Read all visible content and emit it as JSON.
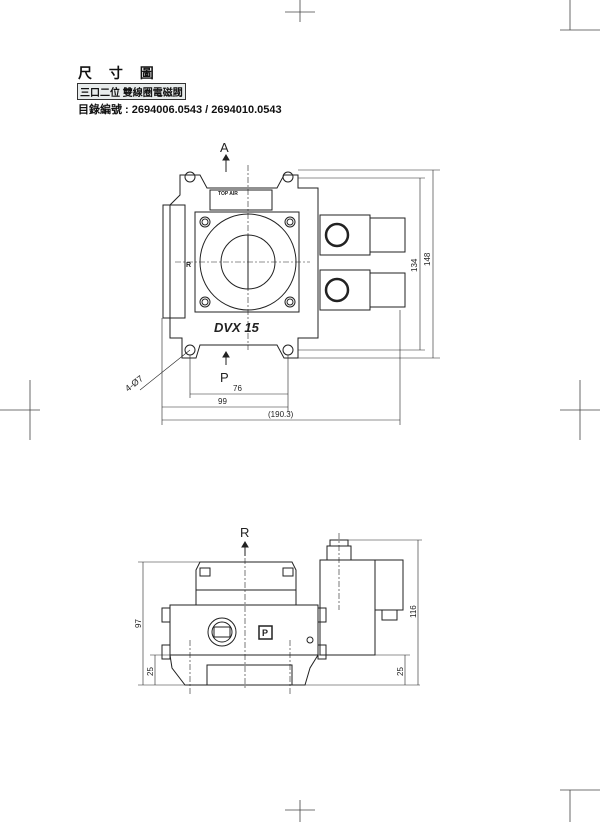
{
  "header": {
    "title": "尺 寸 圖",
    "subtitle": "三口二位 雙線圈電磁閥",
    "catalog_numbers": "目錄編號 : 2694006.0543 / 2694010.0543"
  },
  "top_view": {
    "port_a": "A",
    "port_p": "P",
    "model_label": "DVX 15",
    "nameplate_brand": "TOP AIR",
    "side_mark": "R",
    "hole_callout": "4-Ø7",
    "dimensions": {
      "width_holes": "76",
      "width_body": "99",
      "width_overall": "(190.3)",
      "height_holes": "134",
      "height_overall": "148"
    }
  },
  "side_view": {
    "port_r": "R",
    "port_p_mark": "P",
    "dimensions": {
      "height_body": "97",
      "base_left": "25",
      "height_overall": "116",
      "base_right": "25"
    }
  }
}
